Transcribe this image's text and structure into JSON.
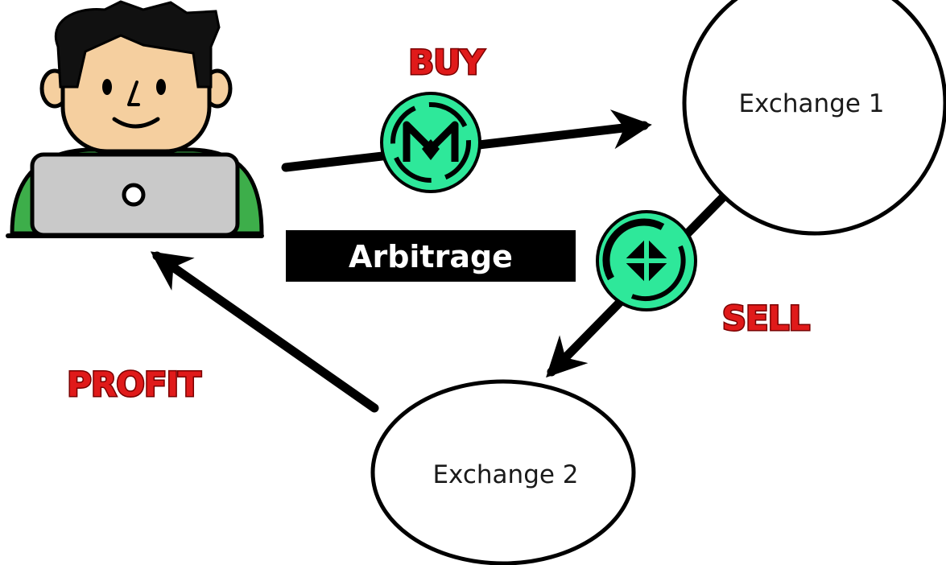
{
  "diagram": {
    "title": "Arbitrage",
    "nodes": {
      "exchange1": "Exchange 1",
      "exchange2": "Exchange 2"
    },
    "actions": {
      "buy": "BUY",
      "sell": "SELL",
      "profit": "PROFIT"
    },
    "icons": {
      "trader": "person-with-laptop-icon",
      "buy_coin": "crypto-coin-icon",
      "sell_coin": "crypto-coin-icon"
    },
    "colors": {
      "action_text": "#e01a1a",
      "coin_fill": "#2ee89a",
      "title_background": "#000000",
      "skin": "#f5cf9f",
      "laptop": "#c9c9c9",
      "shirt": "#3dae4a"
    }
  }
}
